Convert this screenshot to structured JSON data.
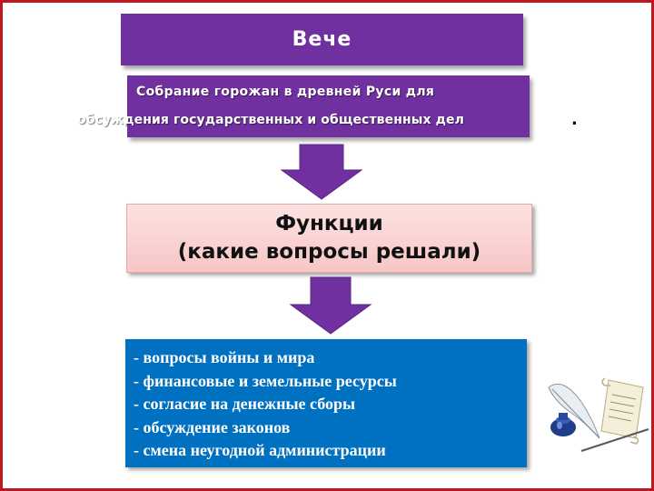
{
  "title": "Вече",
  "definition": {
    "line1": "Собрание горожан в древней  Руси  для",
    "line2": "обсуждения государственных и общественных дел",
    "tail": "."
  },
  "functions": {
    "line1": "Функции",
    "line2": "(какие вопросы решали)"
  },
  "list_items": [
    "- вопросы войны и мира",
    "- финансовые и земельные ресурсы",
    "- согласие на денежные сборы",
    "- обсуждение законов",
    "- смена неугодной администрации"
  ],
  "colors": {
    "purple": "#7030a0",
    "blue": "#0070c0",
    "pink": "#f9d0d0",
    "frame": "#c0161e"
  },
  "clipart": "quill-inkwell-scroll"
}
